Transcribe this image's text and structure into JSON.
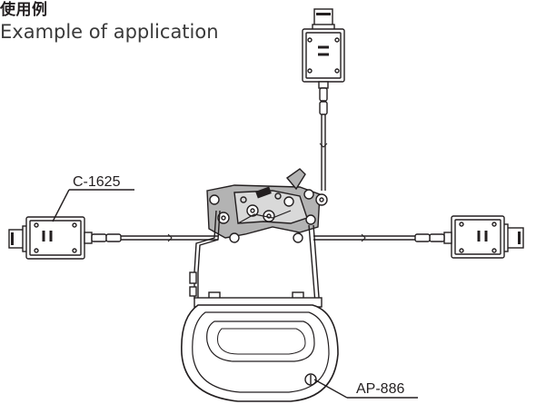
{
  "title": {
    "japanese": "使用例",
    "english": "Example of application"
  },
  "callouts": {
    "left_latch": "C-1625",
    "handle": "AP-886"
  },
  "colors": {
    "line": "#231f20",
    "mechanism_fill": "#b3b3b3",
    "background": "#ffffff"
  }
}
